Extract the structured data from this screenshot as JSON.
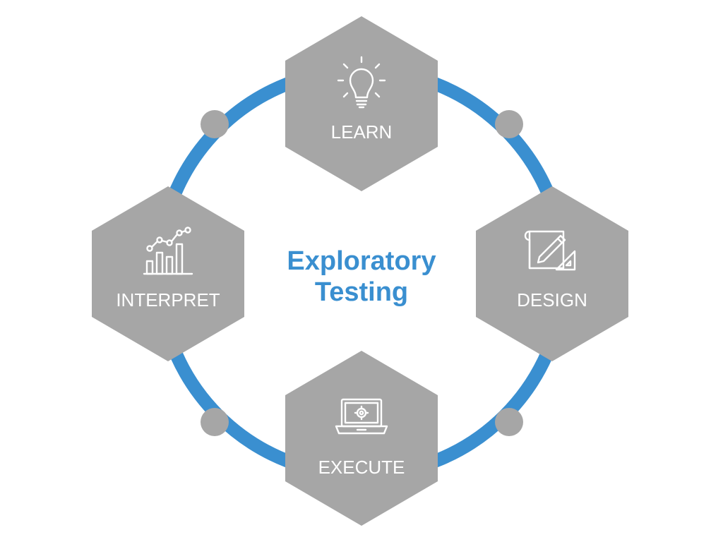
{
  "title": {
    "line1": "Exploratory",
    "line2": "Testing"
  },
  "stages": {
    "learn": {
      "label": "LEARN",
      "icon": "lightbulb-icon"
    },
    "design": {
      "label": "DESIGN",
      "icon": "blueprint-pencil-icon"
    },
    "execute": {
      "label": "EXECUTE",
      "icon": "laptop-gear-icon"
    },
    "interpret": {
      "label": "INTERPRET",
      "icon": "bar-line-chart-icon"
    }
  },
  "colors": {
    "ring": "#3a8fd0",
    "hexagon": "#a6a6a6",
    "connector_dot": "#a6a6a6",
    "title": "#3a8fd0",
    "label": "#ffffff",
    "background": "#ffffff"
  }
}
